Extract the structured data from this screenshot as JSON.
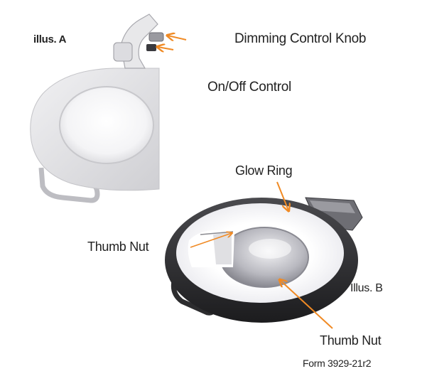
{
  "labels": {
    "illus_a": "illus. A",
    "dimming_control_knob": "Dimming Control Knob",
    "on_off_control": "On/Off Control",
    "glow_ring": "Glow Ring",
    "thumb_nut_upper": "Thumb Nut",
    "illus_b": "Illus. B",
    "thumb_nut_lower": "Thumb Nut",
    "form_number": "Form 3929-21r2"
  },
  "colors": {
    "arrow": "#f08a24",
    "lamp_body_light": "#e4e4e6",
    "lamp_body_dark": "#2a2a2c",
    "glow": "#ffffff",
    "text": "#222222"
  }
}
